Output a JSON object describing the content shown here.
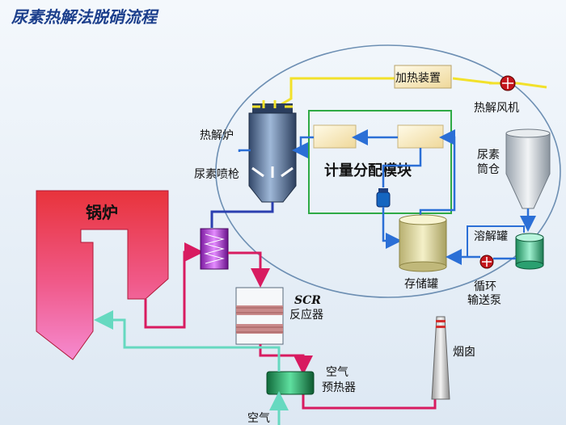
{
  "title": "尿素热解法脱硝流程",
  "labels": {
    "heater": "加热装置",
    "blower": "热解风机",
    "furnace": "热解炉",
    "injector": "尿素喷枪",
    "metering": "计量分配模块",
    "silo_1": "尿素",
    "silo_2": "筒仓",
    "dissolve_tank": "溶解罐",
    "storage_tank": "存储罐",
    "pump_1": "循环",
    "pump_2": "输送泵",
    "boiler": "锅炉",
    "scr_1": "SCR",
    "scr_2": "反应器",
    "chimney": "烟囱",
    "airpre_1": "空气",
    "airpre_2": "预热器",
    "air": "空气"
  },
  "colors": {
    "title": "#1c3f8c",
    "boiler_top": "#e8333b",
    "boiler_bottom": "#f070c0",
    "flue_line": "#d81b60",
    "air_line": "#66d9c0",
    "hot_air_line": "#f2e12a",
    "metering_box": "#2faa45",
    "loop_ellipse": "#6d8fb3",
    "water_line": "#2b6fd6"
  }
}
